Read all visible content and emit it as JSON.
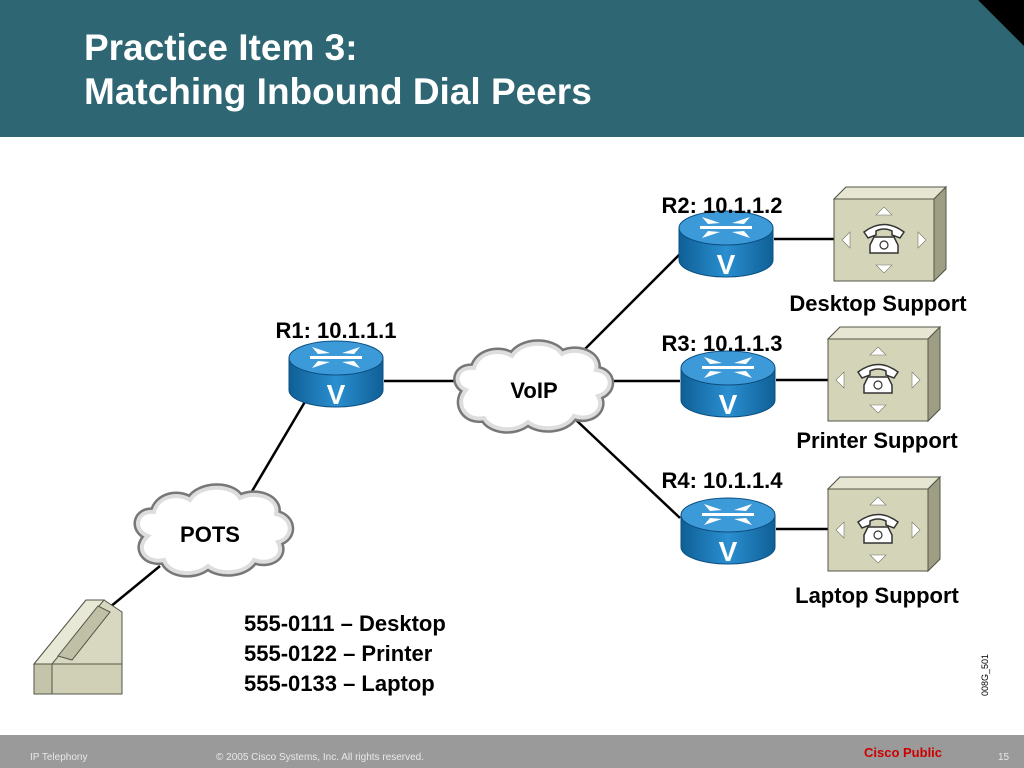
{
  "header": {
    "title_line1": "Practice Item 3:",
    "title_line2": "Matching Inbound Dial Peers"
  },
  "diagram": {
    "routers": {
      "r1": {
        "label": "R1: 10.1.1.1",
        "badge": "V"
      },
      "r2": {
        "label": "R2: 10.1.1.2",
        "badge": "V"
      },
      "r3": {
        "label": "R3: 10.1.1.3",
        "badge": "V"
      },
      "r4": {
        "label": "R4: 10.1.1.4",
        "badge": "V"
      }
    },
    "clouds": {
      "voip": "VoIP",
      "pots": "POTS"
    },
    "phones": {
      "desktop": "Desktop Support",
      "printer": "Printer Support",
      "laptop": "Laptop Support"
    },
    "numbers": [
      "555-0111 – Desktop",
      "555-0122 – Printer",
      "555-0133 – Laptop"
    ],
    "figure_id": "008G_501"
  },
  "footer": {
    "left": "IP Telephony",
    "copyright": "© 2005 Cisco Systems, Inc. All rights reserved.",
    "classification": "Cisco Public",
    "page": "15"
  },
  "colors": {
    "header": "#2e6673",
    "router": "#1f7ab8",
    "phone": "#d4d4b8",
    "footer": "#9a9a9a",
    "cisco_public": "#cc0000"
  }
}
